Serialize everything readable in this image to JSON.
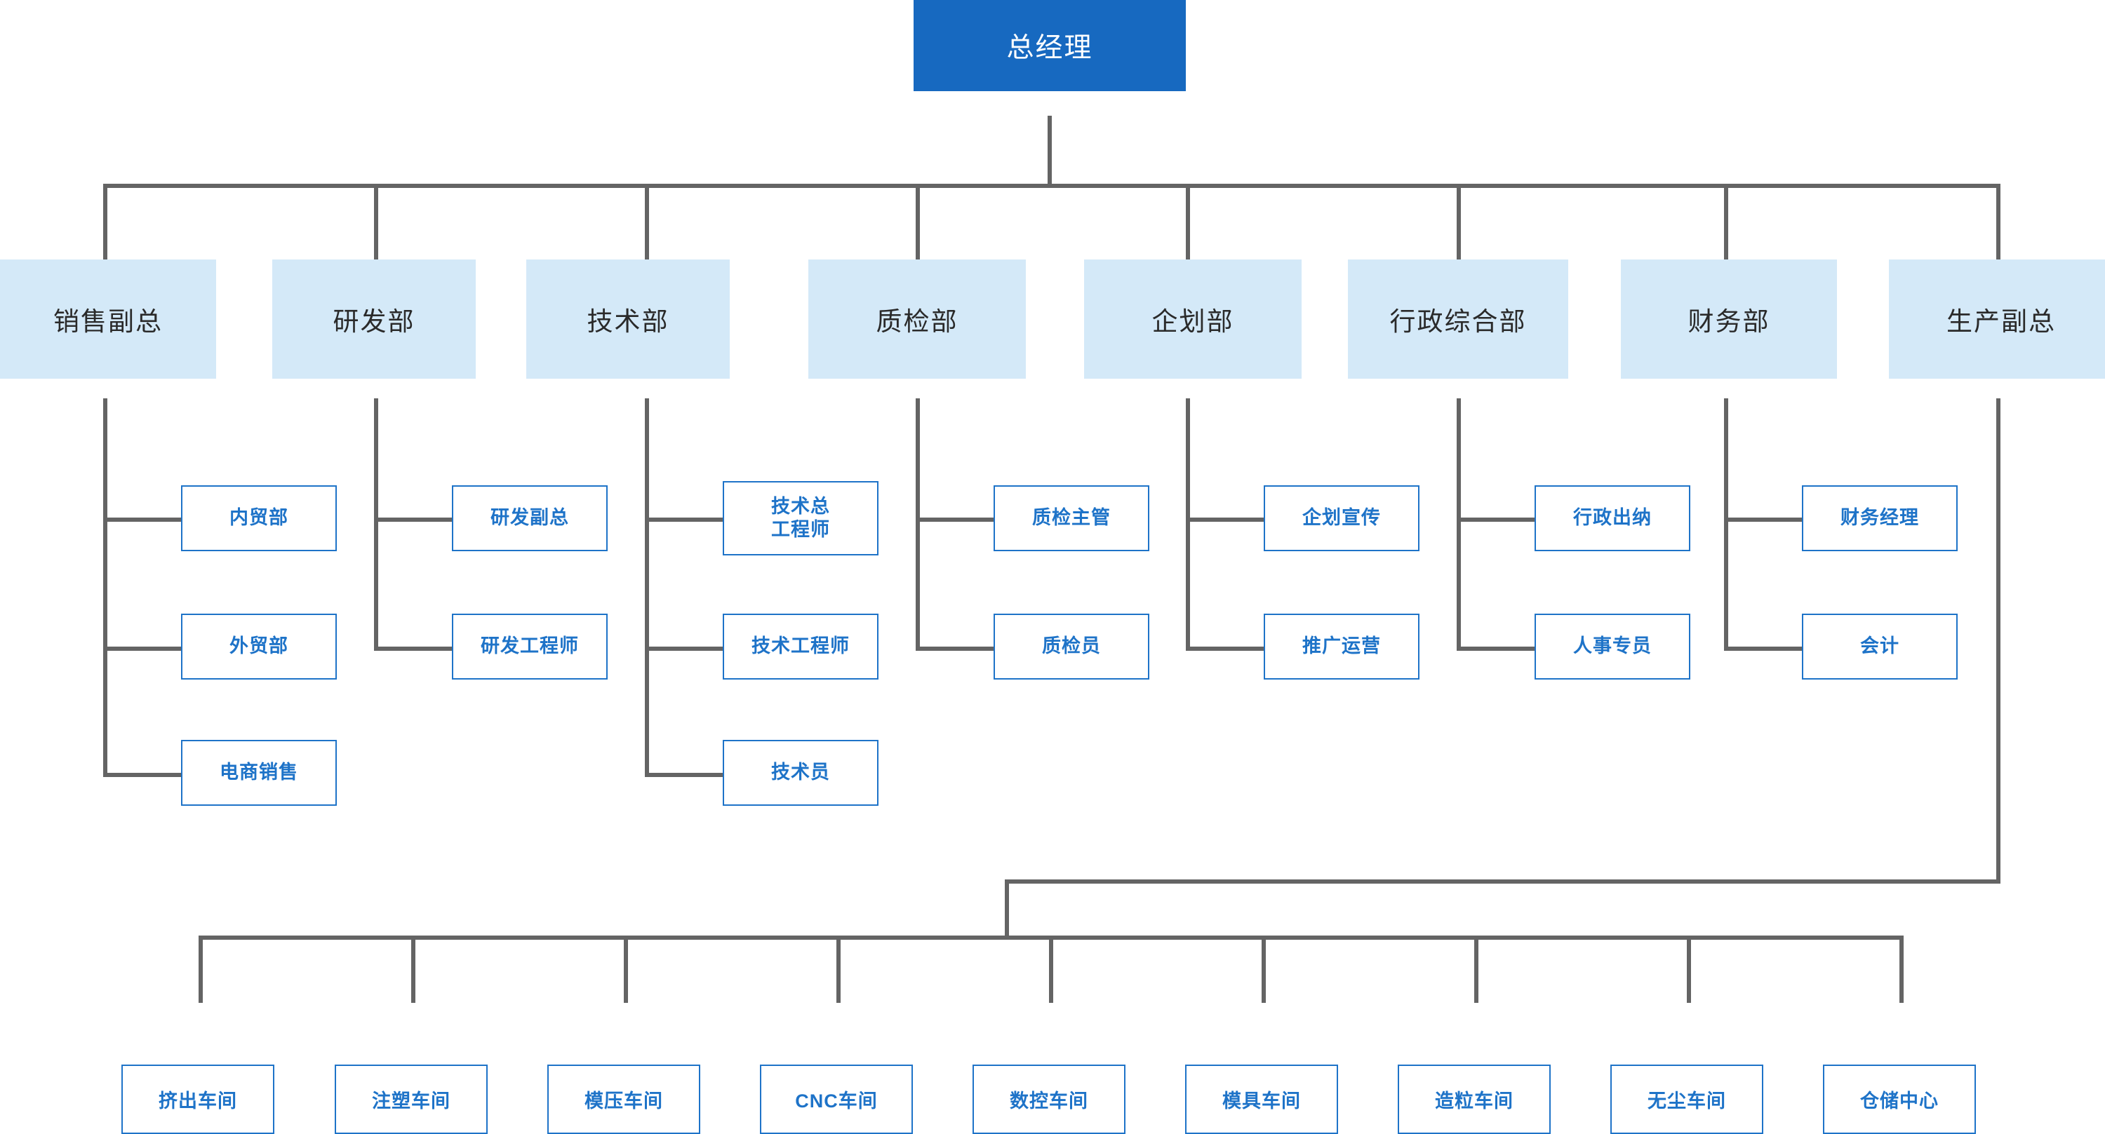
{
  "meta": {
    "title": "公司组织架构图",
    "colors": {
      "root_fill": "#1769C0",
      "root_text": "#FFFFFF",
      "dept_fill": "#D4E9F8",
      "dept_text": "#2A2A2A",
      "leaf_border": "#1E73C8",
      "leaf_text": "#1E73C8",
      "leaf_fill": "#FFFFFF",
      "connector": "#646464",
      "background": "#FFFFFF"
    }
  },
  "chart_data": {
    "type": "diagram",
    "title": "公司组织架构图",
    "root": "总经理",
    "levels": 4,
    "departments": [
      "销售副总",
      "研发部",
      "技术部",
      "质检部",
      "企划部",
      "行政综合部",
      "财务部",
      "生产副总"
    ],
    "department_children": {
      "销售副总": [
        "内贸部",
        "外贸部",
        "电商销售"
      ],
      "研发部": [
        "研发副总",
        "研发工程师"
      ],
      "技术部": [
        "技术总\n工程师",
        "技术工程师",
        "技术员"
      ],
      "质检部": [
        "质检主管",
        "质检员"
      ],
      "企划部": [
        "企划宣传",
        "推广运营"
      ],
      "行政综合部": [
        "行政出纳",
        "人事专员"
      ],
      "财务部": [
        "财务经理",
        "会计"
      ],
      "生产副总": [
        "挤出车间",
        "注塑车间",
        "模压车间",
        "CNC车间",
        "数控车间",
        "模具车间",
        "造粒车间",
        "无尘车间",
        "仓储中心"
      ]
    }
  },
  "root": {
    "label": "总经理"
  },
  "departments": [
    {
      "label": "销售副总"
    },
    {
      "label": "研发部"
    },
    {
      "label": "技术部"
    },
    {
      "label": "质检部"
    },
    {
      "label": "企划部"
    },
    {
      "label": "行政综合部"
    },
    {
      "label": "财务部"
    },
    {
      "label": "生产副总"
    }
  ],
  "leaves": {
    "sales": [
      {
        "label": "内贸部"
      },
      {
        "label": "外贸部"
      },
      {
        "label": "电商销售"
      }
    ],
    "rd": [
      {
        "label": "研发副总"
      },
      {
        "label": "研发工程师"
      }
    ],
    "tech": [
      {
        "label": "技术总\n工程师"
      },
      {
        "label": "技术工程师"
      },
      {
        "label": "技术员"
      }
    ],
    "qc": [
      {
        "label": "质检主管"
      },
      {
        "label": "质检员"
      }
    ],
    "plan": [
      {
        "label": "企划宣传"
      },
      {
        "label": "推广运营"
      }
    ],
    "admin": [
      {
        "label": "行政出纳"
      },
      {
        "label": "人事专员"
      }
    ],
    "finance": [
      {
        "label": "财务经理"
      },
      {
        "label": "会计"
      }
    ]
  },
  "workshops": [
    {
      "label": "挤出车间"
    },
    {
      "label": "注塑车间"
    },
    {
      "label": "模压车间"
    },
    {
      "label": "CNC车间"
    },
    {
      "label": "数控车间"
    },
    {
      "label": "模具车间"
    },
    {
      "label": "造粒车间"
    },
    {
      "label": "无尘车间"
    },
    {
      "label": "仓储中心"
    }
  ]
}
